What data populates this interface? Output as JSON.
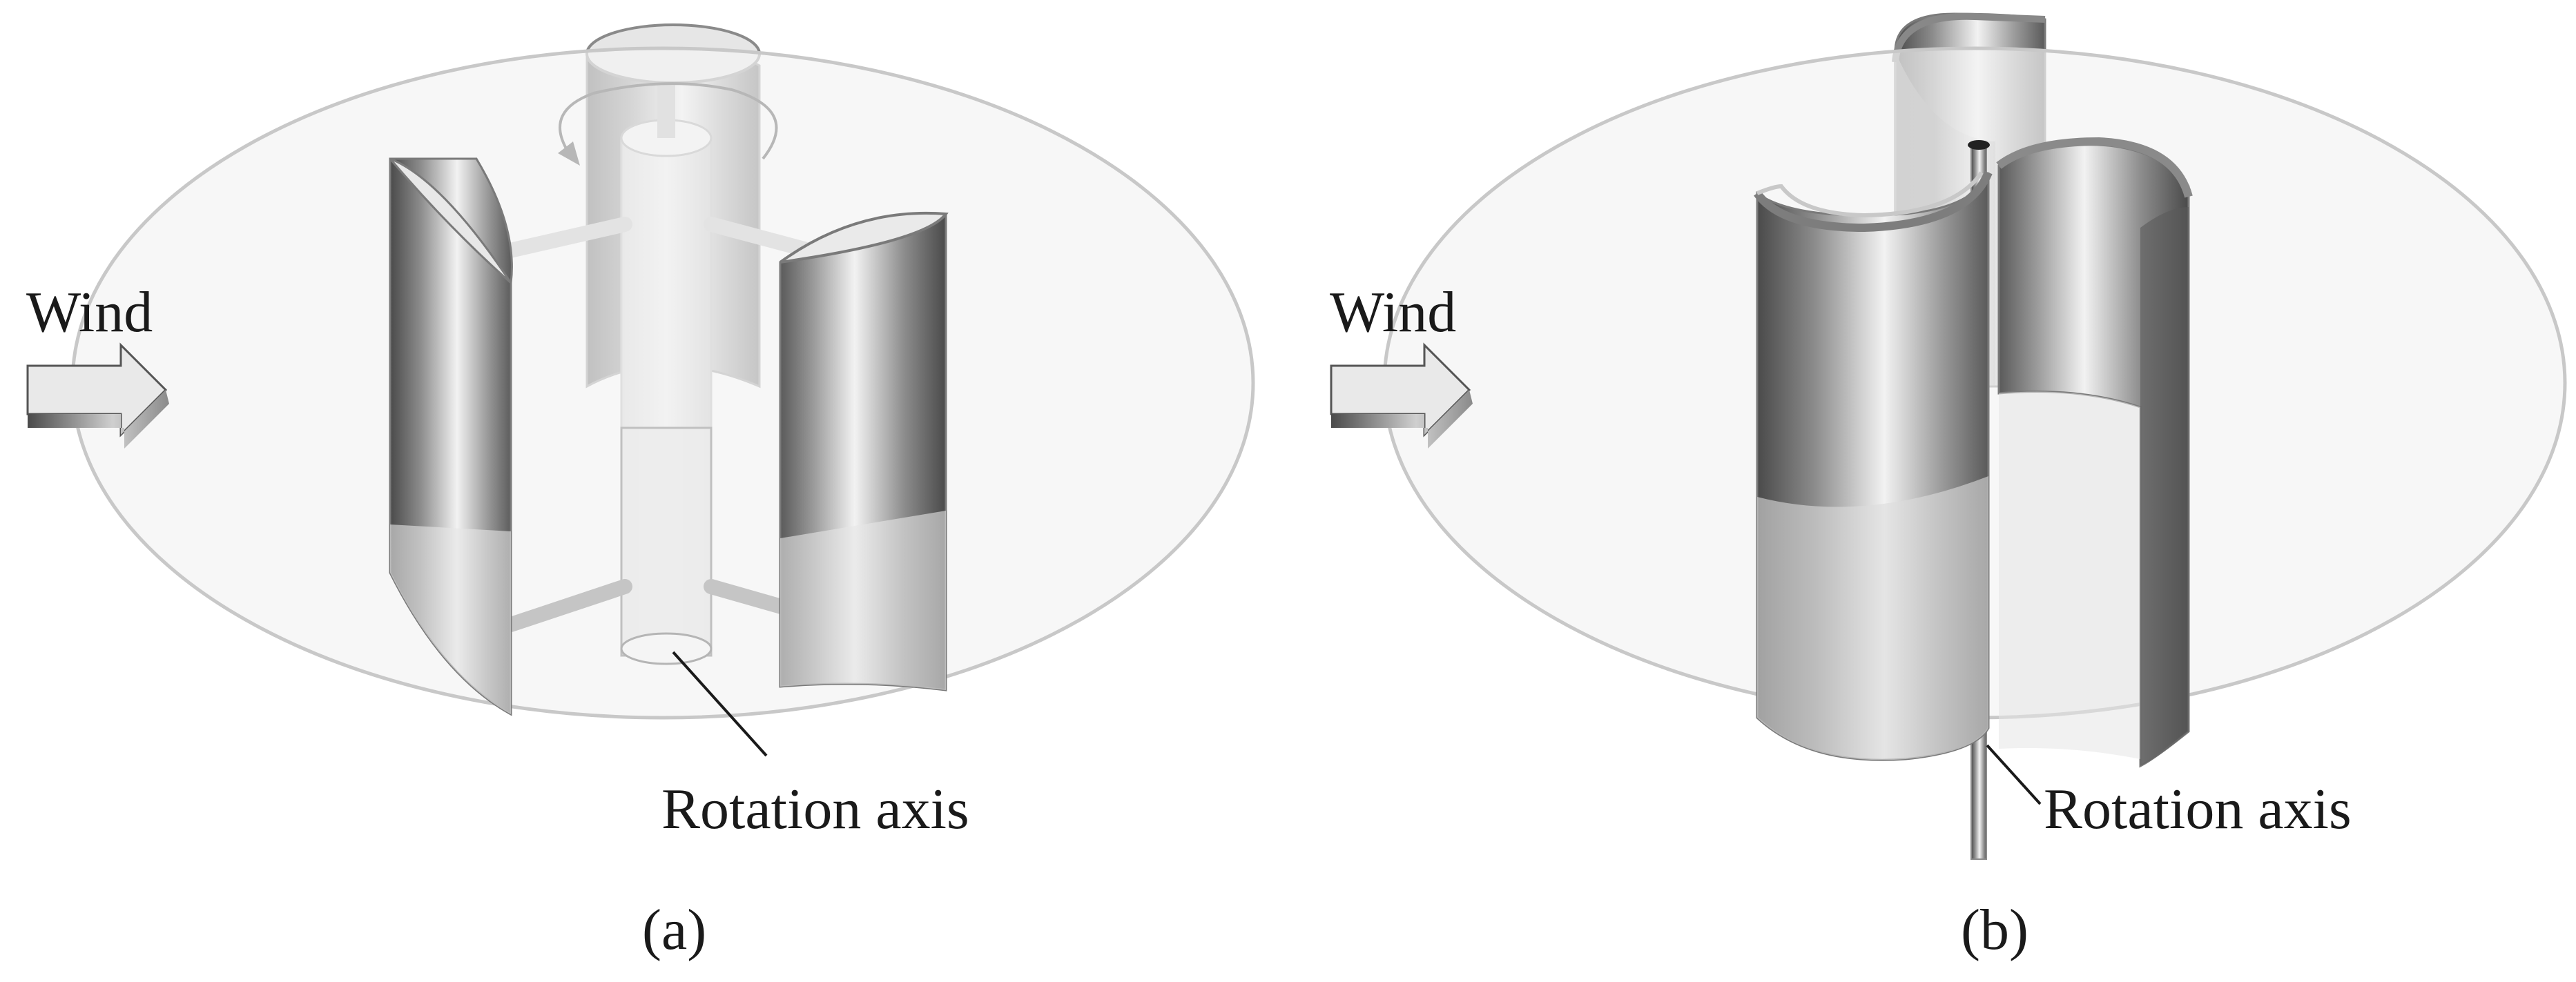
{
  "panels": [
    {
      "id": "a",
      "caption": "(a)",
      "wind_label": "Wind",
      "axis_label": "Rotation axis"
    },
    {
      "id": "b",
      "caption": "(b)",
      "wind_label": "Wind",
      "axis_label": "Rotation axis"
    }
  ],
  "colors": {
    "disc_fill": "#f3f3f3",
    "disc_stroke": "#c8c8c8",
    "metal_dark": "#4a4a4a",
    "metal_mid": "#9a9a9a",
    "metal_light": "#f2f2f2",
    "strut": "#bdbdbd"
  }
}
